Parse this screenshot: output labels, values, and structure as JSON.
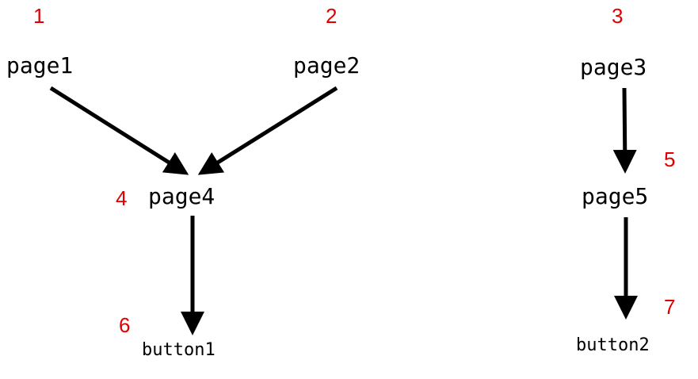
{
  "nodes": {
    "page1": "page1",
    "page2": "page2",
    "page3": "page3",
    "page4": "page4",
    "page5": "page5",
    "button1": "button1",
    "button2": "button2"
  },
  "numbers": [
    "1",
    "2",
    "3",
    "4",
    "5",
    "6",
    "7"
  ],
  "edges": [
    [
      "page1",
      "page4"
    ],
    [
      "page2",
      "page4"
    ],
    [
      "page3",
      "page5"
    ],
    [
      "page4",
      "button1"
    ],
    [
      "page5",
      "button2"
    ]
  ]
}
